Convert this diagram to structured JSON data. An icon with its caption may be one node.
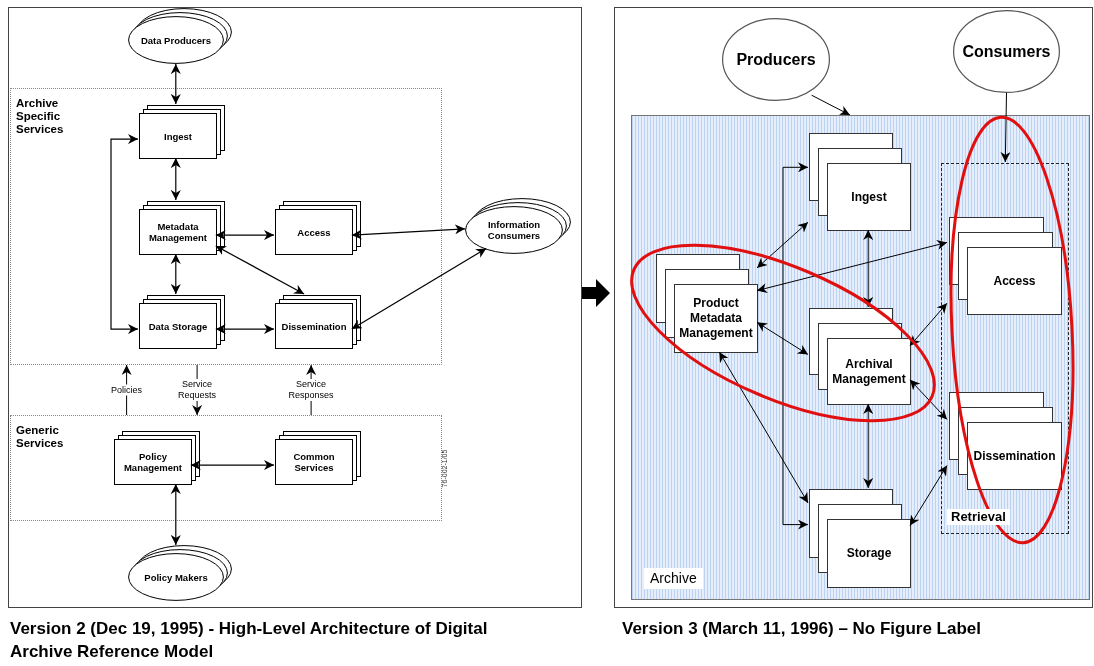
{
  "diagram": {
    "nodes": [
      {
        "text": [
          "Data Producers"
        ]
      },
      {
        "text": [
          "Archive Specific Services"
        ]
      },
      {
        "text": [
          "Ingest"
        ],
        "in": 1
      },
      {
        "text": [
          "Metadata Management"
        ],
        "in": 1
      },
      {
        "text": [
          "Access"
        ],
        "in": 1
      },
      {
        "text": [
          "Data Storage"
        ],
        "in": 1
      },
      {
        "text": [
          "Dissemination"
        ],
        "in": 1
      },
      {
        "text": [
          "Information Consumers"
        ]
      },
      {
        "text": [
          "Generic Services"
        ]
      },
      {
        "text": [
          "Policy Management"
        ],
        "in": 8
      },
      {
        "text": [
          "Common Services"
        ],
        "in": 8
      },
      {
        "text": [
          "Policy Makers"
        ]
      },
      {
        "text": [
          "Producers"
        ]
      },
      {
        "text": [
          "Consumers"
        ]
      },
      {
        "text": [
          "Archive"
        ]
      },
      {
        "text": [
          "Ingest"
        ],
        "in": 14
      },
      {
        "text": [
          "Product Metadata Management"
        ],
        "in": 14
      },
      {
        "text": [
          "Archival Management"
        ],
        "in": 14
      },
      {
        "text": [
          "Retrieval"
        ],
        "in": 14
      },
      {
        "text": [
          "Access"
        ],
        "in": 18
      },
      {
        "text": [
          "Dissemination"
        ],
        "in": 18
      },
      {
        "text": [
          "Storage"
        ],
        "in": 14
      }
    ],
    "edges": [
      {
        "from": 0,
        "to": 2,
        "arrow": "both"
      },
      {
        "from": 2,
        "to": 3,
        "arrow": "both"
      },
      {
        "from": 3,
        "to": 5,
        "arrow": "both"
      },
      {
        "from": 3,
        "to": 4,
        "arrow": "both"
      },
      {
        "from": 4,
        "to": 7,
        "arrow": "both"
      },
      {
        "from": 3,
        "to": 6,
        "arrow": "both"
      },
      {
        "from": 5,
        "to": 6,
        "arrow": "both"
      },
      {
        "from": 6,
        "to": 7,
        "arrow": "both"
      },
      {
        "from": 5,
        "to": 2,
        "arrow": "both"
      },
      {
        "from": 8,
        "to": 1,
        "arrow": "to",
        "label": "Policies"
      },
      {
        "from": 1,
        "to": 8,
        "arrow": "to",
        "label": "Service Requests"
      },
      {
        "from": 8,
        "to": 1,
        "arrow": "to",
        "label": "Service Responses"
      },
      {
        "from": 9,
        "to": 10,
        "arrow": "both"
      },
      {
        "from": 9,
        "to": 11,
        "arrow": "both"
      },
      {
        "from": 12,
        "to": 14,
        "arrow": "to"
      },
      {
        "from": 13,
        "to": 18,
        "arrow": "to"
      },
      {
        "from": 15,
        "to": 16,
        "arrow": "both"
      },
      {
        "from": 15,
        "to": 17,
        "arrow": "both"
      },
      {
        "from": 16,
        "to": 19,
        "arrow": "both"
      },
      {
        "from": 16,
        "to": 17,
        "arrow": "both"
      },
      {
        "from": 17,
        "to": 19,
        "arrow": "both"
      },
      {
        "from": 17,
        "to": 20,
        "arrow": "both"
      },
      {
        "from": 17,
        "to": 21,
        "arrow": "both"
      },
      {
        "from": 16,
        "to": 21,
        "arrow": "both"
      },
      {
        "from": 21,
        "to": 20,
        "arrow": "both"
      },
      {
        "from": 21,
        "to": 15,
        "arrow": "both"
      }
    ],
    "labels": [
      "76-002-1/05",
      "Version 2 (Dec 19, 1995) - High-Level Architecture of Digital Archive Reference Model",
      "Version 3 (March 11, 1996) – No Figure Label"
    ]
  }
}
